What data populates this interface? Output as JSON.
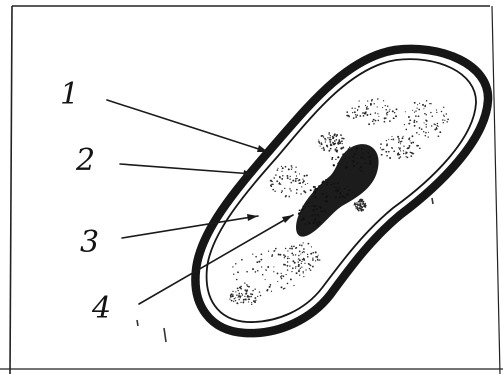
{
  "diagram": {
    "callouts": [
      {
        "label": "1"
      },
      {
        "label": "2"
      },
      {
        "label": "3"
      },
      {
        "label": "4"
      }
    ]
  },
  "colors": {
    "ink": "#141414",
    "background": "#ffffff"
  }
}
